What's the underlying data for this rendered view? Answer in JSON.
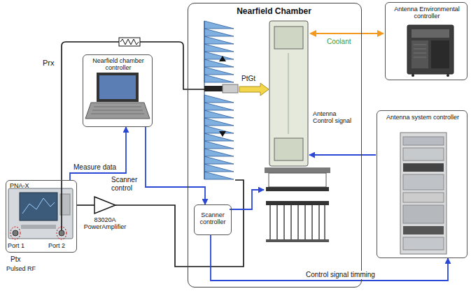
{
  "diagram": {
    "nodes": [
      {
        "text": [
          "Nearfield Chamber"
        ]
      },
      {
        "text": [
          "Scanner controller"
        ],
        "in": 0
      },
      {
        "text": [
          "Antenna Environmental controller"
        ]
      },
      {
        "text": [
          "Nearfield chamber controller"
        ]
      },
      {
        "text": [
          "Antenna system controller"
        ]
      },
      {
        "text": [
          "PNA-X",
          "Port 1",
          "Port 2"
        ]
      },
      {
        "text": [
          "83020A PowerAmplifier"
        ]
      }
    ],
    "edges": [
      {
        "from": 5,
        "to": 3,
        "arrow": "to",
        "label": "Measure data"
      },
      {
        "from": 3,
        "to": 1,
        "arrow": "to",
        "label": "Scanner control"
      },
      {
        "from": 1,
        "to": 4,
        "arrow": "to",
        "label": "Control signal timming"
      },
      {
        "from": 5,
        "to": 6,
        "arrow": "none"
      }
    ],
    "labels": [
      "Prx",
      "PtGt",
      "Coolant",
      "Antenna Control signal",
      "Ptx",
      "Pulsed RF"
    ]
  }
}
